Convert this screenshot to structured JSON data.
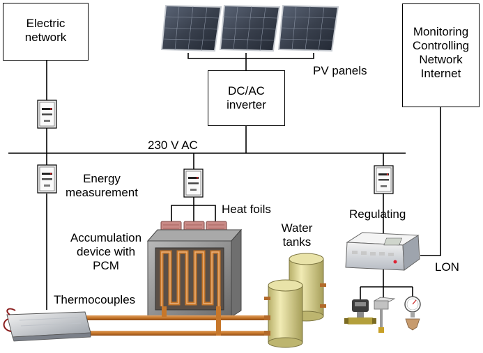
{
  "boxes": {
    "electric_network": [
      "Electric",
      "network"
    ],
    "inverter": [
      "DC/AC",
      "inverter"
    ],
    "monitoring": [
      "Monitoring",
      "Controlling",
      "Network",
      "Internet"
    ]
  },
  "labels": {
    "pv_panels": "PV panels",
    "bus": "230 V AC",
    "energy_measurement": [
      "Energy",
      "measurement"
    ],
    "heat_foils": "Heat foils",
    "accumulation": [
      "Accumulation",
      "device with",
      "PCM"
    ],
    "water_tanks": [
      "Water",
      "tanks"
    ],
    "regulating": "Regulating",
    "lon": "LON",
    "thermocouples": "Thermocouples"
  },
  "icons": {
    "meter": "electricity-meter-icon",
    "solar": "solar-panel-icon",
    "controller": "controller-unit-icon",
    "valve": "valve-icon",
    "actuator": "actuator-icon",
    "gauge": "pressure-gauge-icon",
    "tank": "water-tank-icon",
    "heater": "heating-element-icon"
  },
  "colors": {
    "line": "#000000",
    "pipe": "#c7772a",
    "pipe_dark": "#8f4a14",
    "tank": "#e3dc97",
    "pcm_frame": "#8c8c8c",
    "foil": "#c98a86",
    "panel": "#3d4656"
  }
}
